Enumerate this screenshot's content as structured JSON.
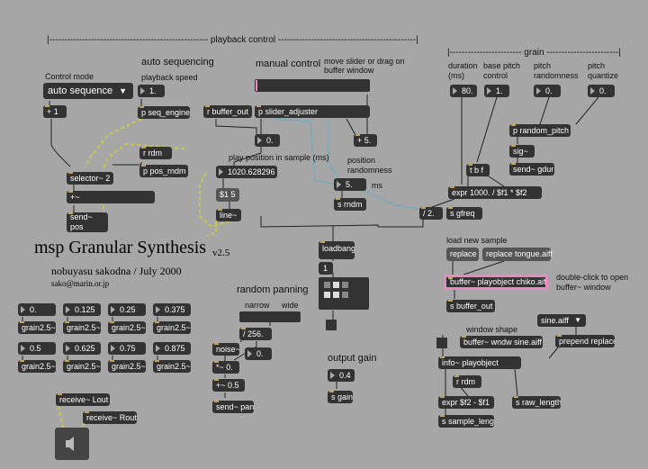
{
  "sections": {
    "playback_header": "|-----------------------------------------------------  playback control  ----------------------------------------------|",
    "grain_header": "|------------------------  grain  ------------------------|"
  },
  "left": {
    "control_mode_label": "Control mode",
    "control_mode_value": "auto sequence",
    "auto_seq_label": "auto sequencing",
    "play_speed_label": "playback speed",
    "speed_value": "1.",
    "plus1": "+ 1",
    "p_seq_engine": "p seq_engine",
    "r_rdm": "r rdm",
    "p_pos_rndm": "p pos_rndm",
    "selector": "selector~ 2",
    "plus_sig": "+~",
    "send_pos": "send~ pos"
  },
  "manual": {
    "label": "manual control",
    "hint": "move slider or drag on buffer window",
    "r_buffer_out": "r buffer_out",
    "p_slider_adjuster": "p slider_adjuster",
    "zero_num": "0.",
    "play_pos_label": "play position in sample (ms)",
    "play_pos_value": "1020.628296",
    "s1_5": "$1 5",
    "line": "line~",
    "plus5": "+ 5.",
    "pos_rand_label": "position randomness",
    "pos_rand_value": "5.",
    "ms_label": "ms",
    "s_rndm": "s rndm"
  },
  "grain": {
    "duration_label": "duration (ms)",
    "duration_value": "80.",
    "base_pitch_label": "base pitch control",
    "base_pitch_value": "1.",
    "pitch_rand_label": "pitch randomness",
    "pitch_rand_value": "0.",
    "pitch_quant_label": "pitch quantize",
    "pitch_quant_value": "0.",
    "p_random_pitch": "p random_pitch",
    "sig": "sig~",
    "send_gdur": "send~ gdur",
    "tbf": "t b f",
    "expr": "expr 1000. / $f1 * $f2",
    "div2": "/ 2.",
    "s_gfreq": "s gfreq"
  },
  "title": {
    "main": "msp Granular Synthesis",
    "version": "v2.5",
    "author": "nobuyasu sakodna / July 2000",
    "email": "sako@marin.or.jp"
  },
  "grains": {
    "values": [
      "0.",
      "0.125",
      "0.25",
      "0.375",
      "0.5",
      "0.625",
      "0.75",
      "0.875"
    ],
    "label": "grain2.5~"
  },
  "panning": {
    "label": "random panning",
    "narrow": "narrow",
    "wide": "wide",
    "div256": "/ 256.",
    "zero": "0.",
    "noise": "noise~",
    "mul": "*~ 0.",
    "plus05": "+~ 0.5",
    "send_pan": "send~ pan"
  },
  "center": {
    "loadbang": "loadbang",
    "one": "1"
  },
  "output": {
    "label": "output gain",
    "value": "0.4",
    "s_gain": "s gain"
  },
  "receive": {
    "lout": "receive~ Lout",
    "rout": "receive~ Rout"
  },
  "sample": {
    "load_label": "load new sample",
    "replace": "replace",
    "replace_file": "replace tongue.aiff",
    "buffer": "buffer~ playobject chiko.aiff",
    "dbl_click": "double-click to open buffer~ window",
    "s_buffer_out": "s buffer_out",
    "window_shape": "window shape",
    "shape_value": "sine.aiff",
    "buffer_wndw": "buffer~ wndw sine.aiff",
    "prepend": "prepend replace",
    "info": "info~ playobject",
    "r_rdm": "r rdm",
    "expr2": "expr $f2 - $f1",
    "s_raw_length": "s raw_length",
    "s_sample_length": "s sample_length"
  }
}
